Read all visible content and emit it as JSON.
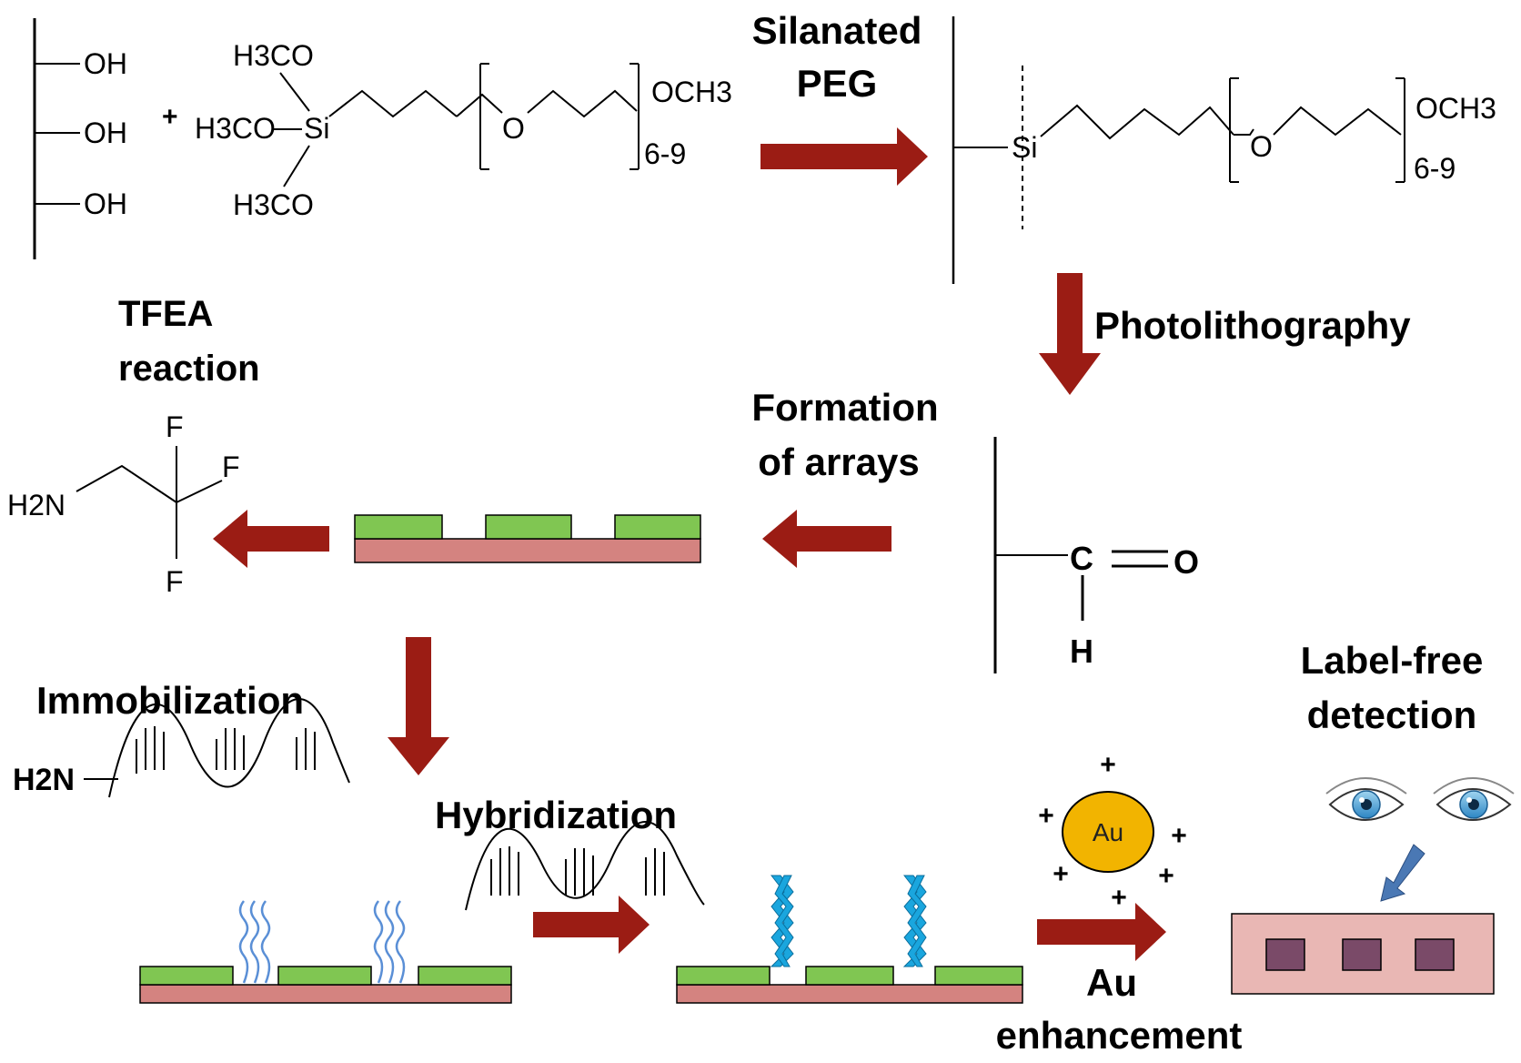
{
  "labels": {
    "silanated": "Silanated",
    "peg": "PEG",
    "photolithography": "Photolithography",
    "formation": "Formation",
    "of_arrays": "of arrays",
    "tfea": "TFEA",
    "reaction": "reaction",
    "immobilization": "Immobilization",
    "hybridization": "Hybridization",
    "au": "Au",
    "enhancement": "enhancement",
    "label_free": "Label-free",
    "detection": "detection"
  },
  "chem": {
    "oh": "OH",
    "h3co": "H3CO",
    "si": "Si",
    "o": "O",
    "och3": "OCH3",
    "repeat": "6-9",
    "plus": "+",
    "c": "C",
    "c_o": "O",
    "h": "H",
    "f": "F",
    "h2n": "H2N",
    "h2n_dna": "H2N",
    "gold": "Au"
  },
  "colors": {
    "arrow": "#9b1c14",
    "pattern_green": "#80c652",
    "substrate": "#d48380",
    "dna_blue": "#5a8fd6",
    "dna_cyan": "#1aa6de",
    "gold_fill": "#f2b400",
    "detector_plate": "#e9b7b4",
    "spot": "#7a4a68"
  }
}
